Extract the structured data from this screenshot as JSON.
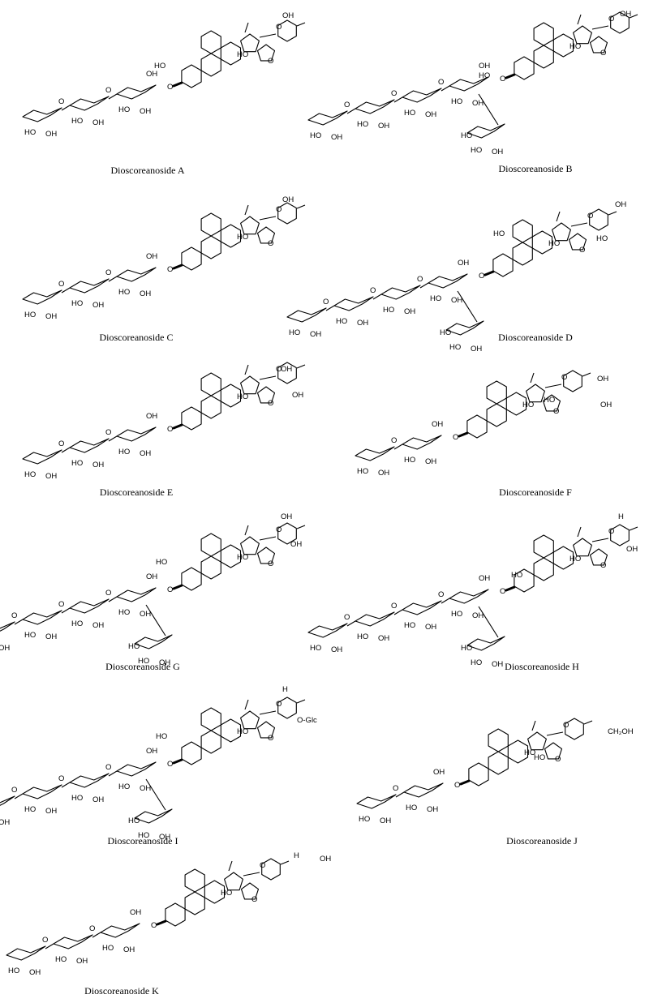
{
  "compounds": [
    {
      "name": "Dioscoreanoside A",
      "aglycone_labels": [
        "OH",
        "HO"
      ],
      "extra_sugar": false,
      "sugar_count": 3
    },
    {
      "name": "Dioscoreanoside B",
      "aglycone_labels": [
        "OH",
        "HO"
      ],
      "extra_sugar": true,
      "sugar_count": 4
    },
    {
      "name": "Dioscoreanoside C",
      "aglycone_labels": [
        "OH"
      ],
      "extra_sugar": false,
      "sugar_count": 3
    },
    {
      "name": "Dioscoreanoside D",
      "aglycone_labels": [
        "OH",
        "HO",
        "HO"
      ],
      "extra_sugar": true,
      "sugar_count": 4
    },
    {
      "name": "Dioscoreanoside E",
      "aglycone_labels": [
        "OH",
        "OH"
      ],
      "extra_sugar": false,
      "sugar_count": 3
    },
    {
      "name": "Dioscoreanoside F",
      "aglycone_labels": [
        "OH",
        "OH",
        "HO"
      ],
      "extra_sugar": false,
      "sugar_count": 2
    },
    {
      "name": "Dioscoreanoside G",
      "aglycone_labels": [
        "OH",
        "OH",
        "HO"
      ],
      "extra_sugar": true,
      "sugar_count": 4
    },
    {
      "name": "Dioscoreanoside H",
      "aglycone_labels": [
        "H",
        "OH",
        "HO"
      ],
      "extra_sugar": true,
      "sugar_count": 4
    },
    {
      "name": "Dioscoreanoside I",
      "aglycone_labels": [
        "H",
        "O-Glc",
        "HO"
      ],
      "extra_sugar": true,
      "sugar_count": 4
    },
    {
      "name": "Dioscoreanoside J",
      "aglycone_labels": [
        "CH₂OH",
        "HO"
      ],
      "extra_sugar": false,
      "sugar_count": 2
    },
    {
      "name": "Dioscoreanoside K",
      "aglycone_labels": [
        "H",
        "OH"
      ],
      "extra_sugar": false,
      "sugar_count": 3
    }
  ],
  "labels": {
    "OH": "OH",
    "HO": "HO",
    "H": "H",
    "O": "O",
    "OGlc": "O-Glc",
    "CH2OH": "CH₂OH"
  }
}
